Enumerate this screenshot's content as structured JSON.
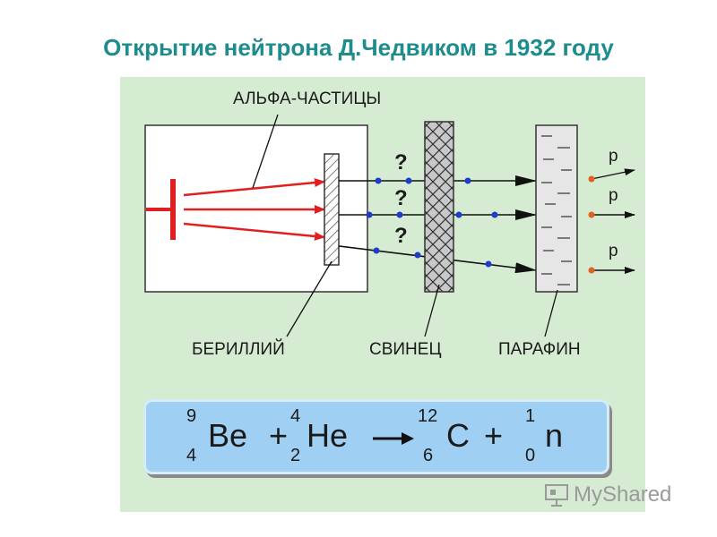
{
  "title": "Открытие нейтрона Д.Чедвиком в 1932 году",
  "labels": {
    "alpha": "АЛЬФА-ЧАСТИЦЫ",
    "beryllium": "БЕРИЛЛИЙ",
    "lead": "СВИНЕЦ",
    "paraffin": "ПАРАФИН",
    "question": "?",
    "proton": "p"
  },
  "formula": {
    "be": {
      "symbol": "Be",
      "mass": "9",
      "charge": "4"
    },
    "plus1": "+",
    "he": {
      "symbol": "He",
      "mass": "4",
      "charge": "2"
    },
    "c": {
      "symbol": "C",
      "mass": "12",
      "charge": "6"
    },
    "plus2": "+",
    "n": {
      "symbol": "n",
      "mass": "1",
      "charge": "0"
    }
  },
  "colors": {
    "title": "#1e8c8c",
    "panel": "#d6ecd2",
    "alpha_arrows": "#e02020",
    "neutron_dots": "#1e3cc8",
    "proton_dots": "#e06020",
    "formula_box": "#9fd0f4"
  },
  "watermark": "MyShared"
}
